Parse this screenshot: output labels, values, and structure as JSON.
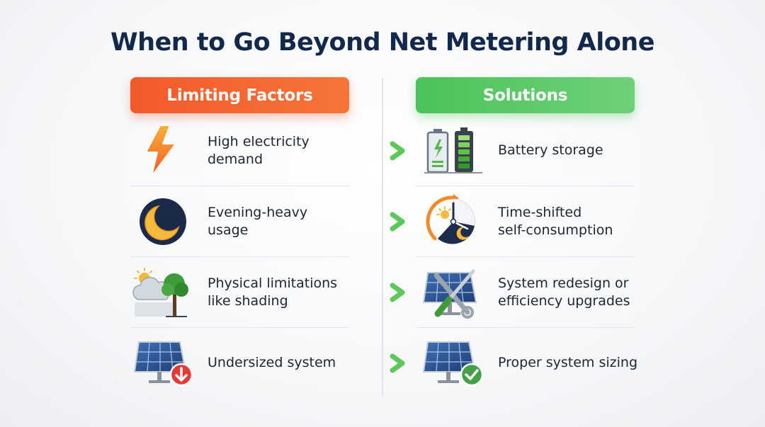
{
  "title": "When to Go Beyond Net Metering Alone",
  "headers": {
    "left": "Limiting Factors",
    "right": "Solutions"
  },
  "colors": {
    "title": "#13294b",
    "left_header": "#f15a2b",
    "right_header": "#4cc25a",
    "arrow_start": "#f26a3a",
    "arrow_end": "#5cc85a"
  },
  "rows": [
    {
      "factor": "High electricity demand",
      "factor_lines": [
        "High electricity",
        "demand"
      ],
      "factor_icon": "lightning-bolt-icon",
      "solution": "Battery storage",
      "solution_lines": [
        "Battery storage"
      ],
      "solution_icon": "battery-icon"
    },
    {
      "factor": "Evening-heavy usage",
      "factor_lines": [
        "Evening-heavy",
        "usage"
      ],
      "factor_icon": "moon-icon",
      "solution": "Time-shifted self-consumption",
      "solution_lines": [
        "Time-shifted",
        "self-consumption"
      ],
      "solution_icon": "day-night-clock-icon"
    },
    {
      "factor": "Physical limitations like shading",
      "factor_lines": [
        "Physical limitations",
        "like shading"
      ],
      "factor_icon": "cloud-tree-shading-icon",
      "solution": "System redesign or efficiency upgrades",
      "solution_lines": [
        "System redesign or",
        "efficiency upgrades"
      ],
      "solution_icon": "solar-panel-tools-icon"
    },
    {
      "factor": "Undersized system",
      "factor_lines": [
        "Undersized system"
      ],
      "factor_icon": "solar-panel-down-icon",
      "solution": "Proper system sizing",
      "solution_lines": [
        "Proper system sizing"
      ],
      "solution_icon": "solar-panel-check-icon"
    }
  ]
}
